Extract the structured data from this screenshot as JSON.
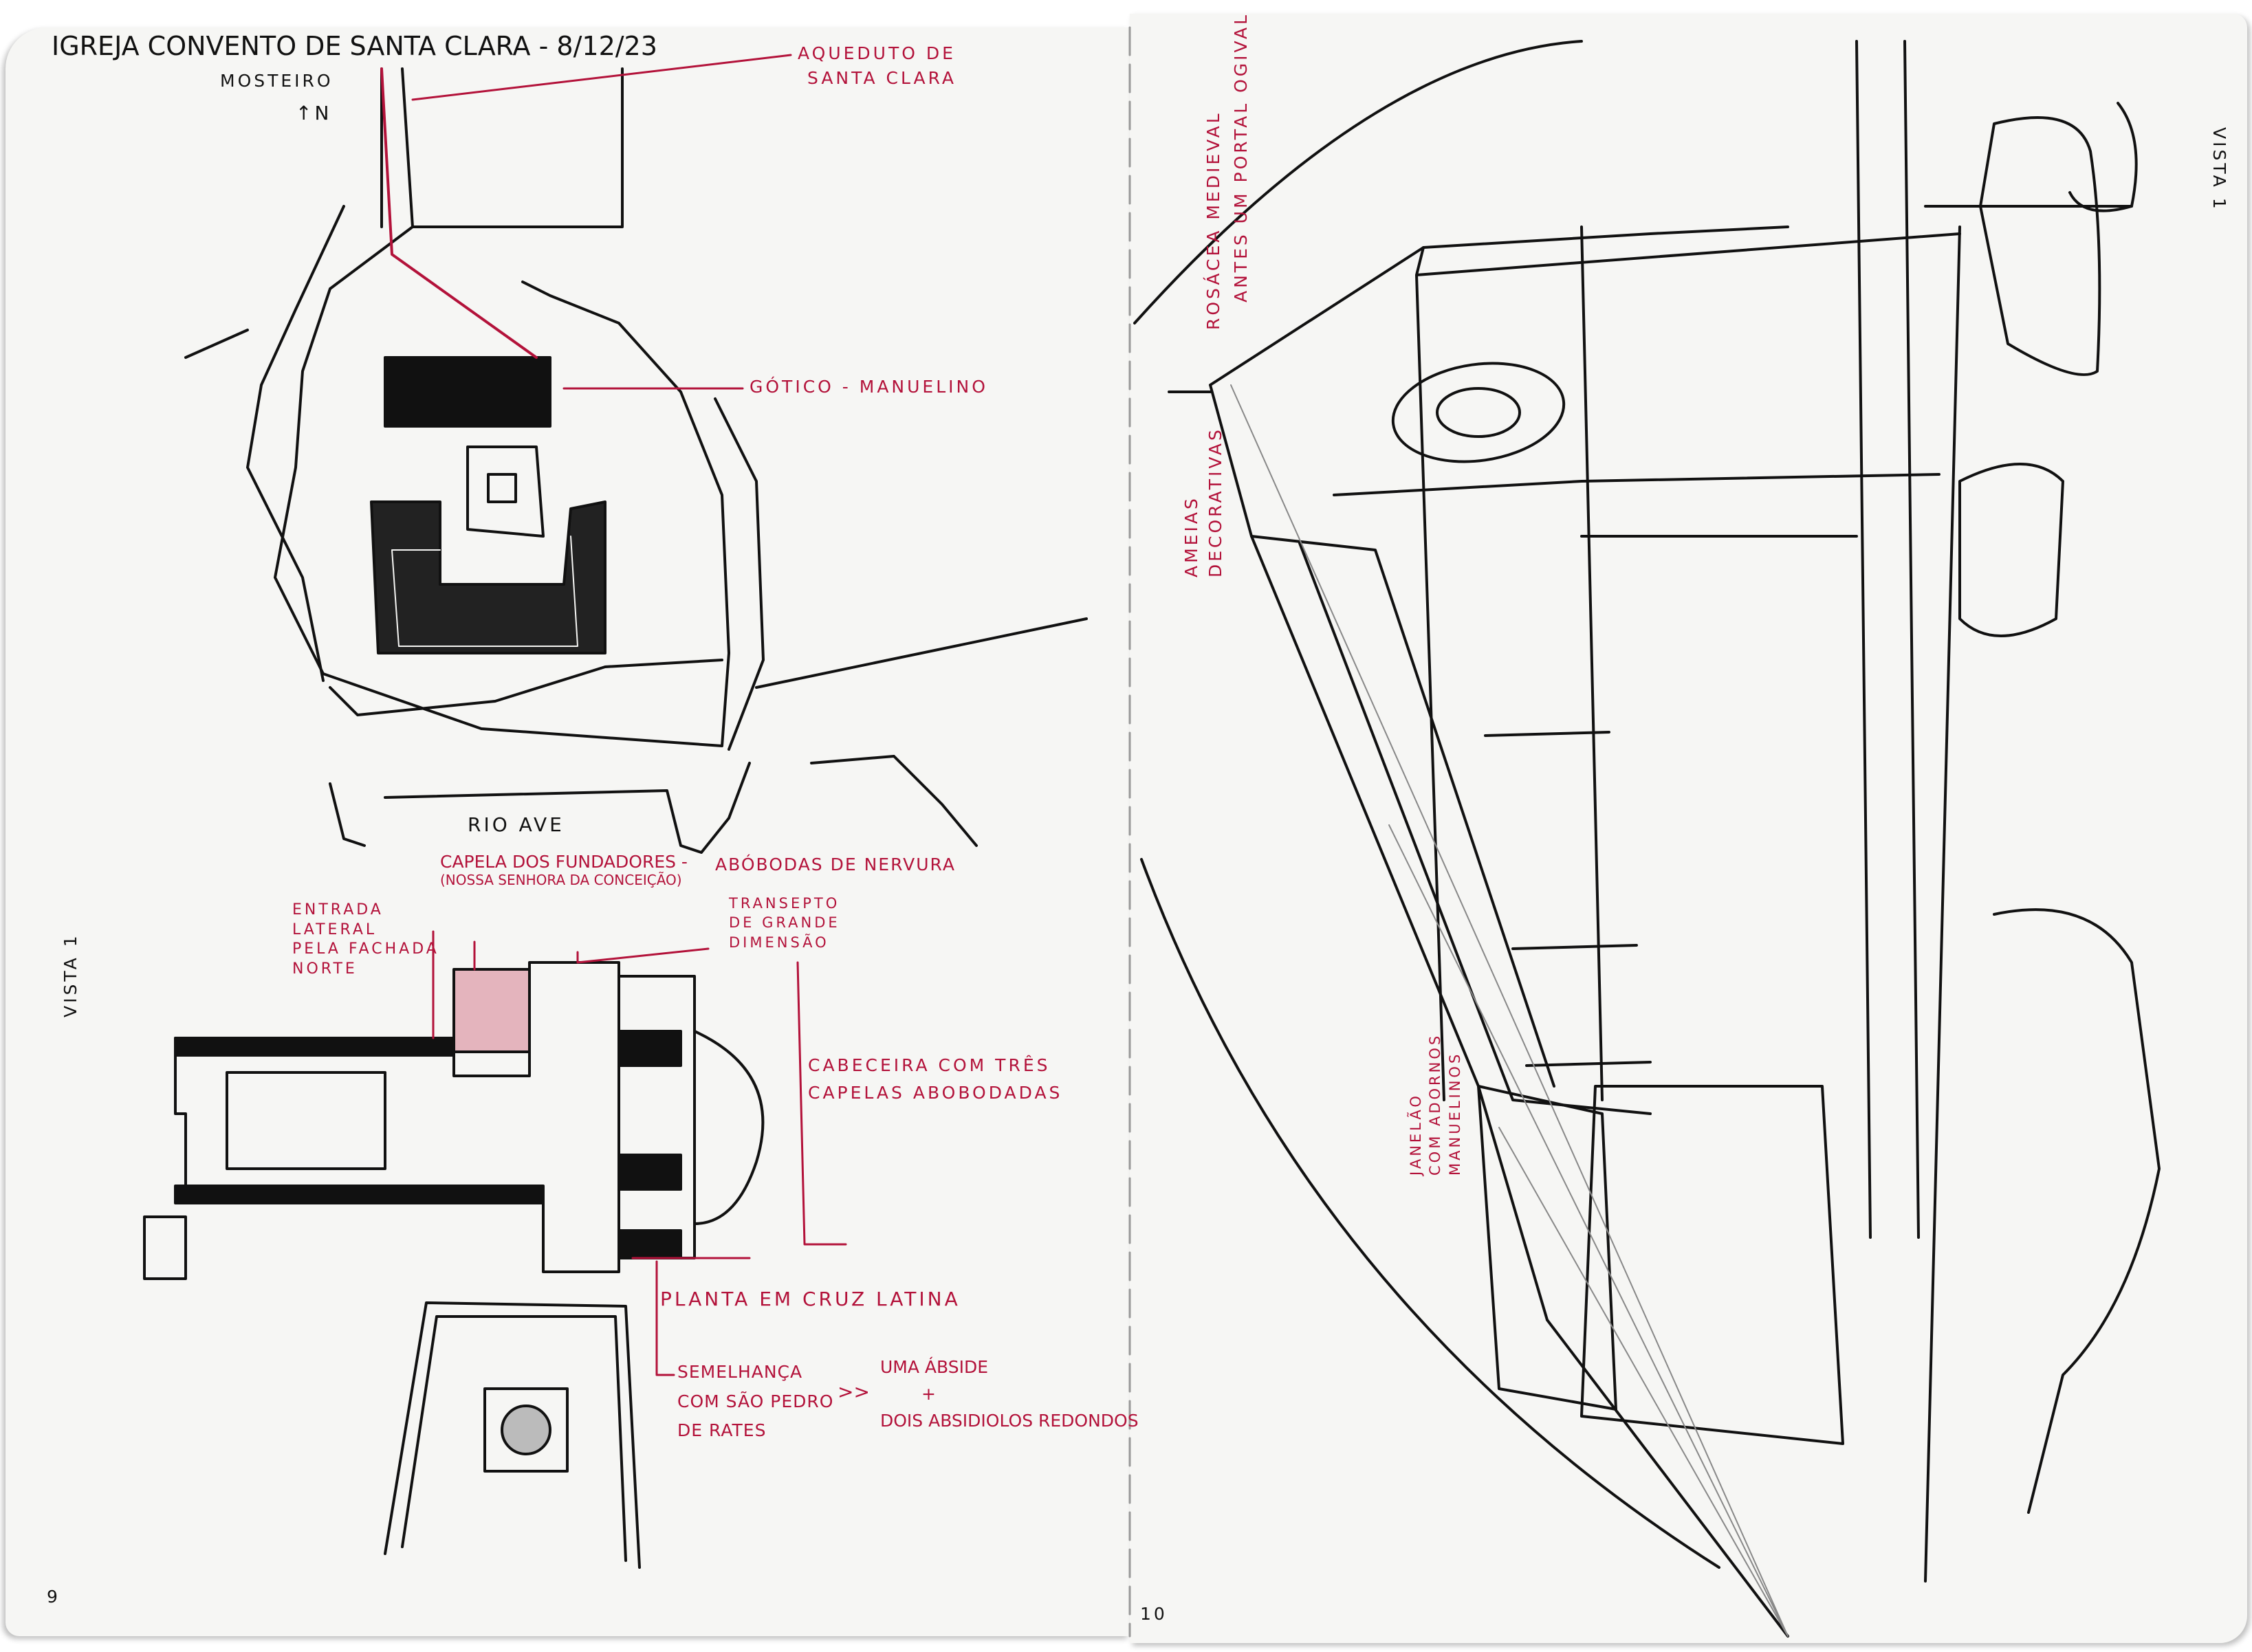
{
  "left_page": {
    "title": "IGREJA CONVENTO DE SANTA CLARA - 8/12/23",
    "title_correction": "MOSTEIRO",
    "north_marker": "↑N",
    "labels": {
      "aqueduct": [
        "AQUEDUTO DE",
        "SANTA CLARA"
      ],
      "style": "GÓTICO - MANUELINO",
      "river": "RIO AVE",
      "founders_chapel": [
        "CAPELA DOS FUNDADORES -",
        "(NOSSA SENHORA DA CONCEIÇÃO)"
      ],
      "vaults": "ABÓBODAS DE NERVURA",
      "transept": [
        "TRANSEPTO",
        "DE GRANDE",
        "DIMENSÃO"
      ],
      "side_entrance": [
        "ENTRADA",
        "LATERAL",
        "PELA FACHADA",
        "NORTE"
      ],
      "chevet": [
        "CABECEIRA COM TRÊS",
        "CAPELAS ABOBODADAS"
      ],
      "plan": "PLANTA EM CRUZ LATINA",
      "similarity": [
        "SEMELHANÇA",
        "COM SÃO PEDRO",
        "DE RATES"
      ],
      "arrow": ">>",
      "apse": [
        "UMA ÁBSIDE",
        "+",
        "DOIS ABSIDIOLOS REDONDOS"
      ]
    },
    "view_marker": "VISTA 1",
    "page_number": "9"
  },
  "right_page": {
    "labels": {
      "rose_window": [
        "ROSÁCEA MEDIEVAL",
        "ANTES UM PORTAL OGIVAL"
      ],
      "merlons": [
        "AMEIAS",
        "DECORATIVAS"
      ],
      "window": [
        "JANELÃO",
        "COM ADORNOS",
        "MANUELINOS"
      ]
    },
    "view_title": "VISTA 1",
    "page_number": "10"
  },
  "colors": {
    "ink": "#111111",
    "annotation": "#b3123a",
    "paper": "#f6f6f4"
  }
}
